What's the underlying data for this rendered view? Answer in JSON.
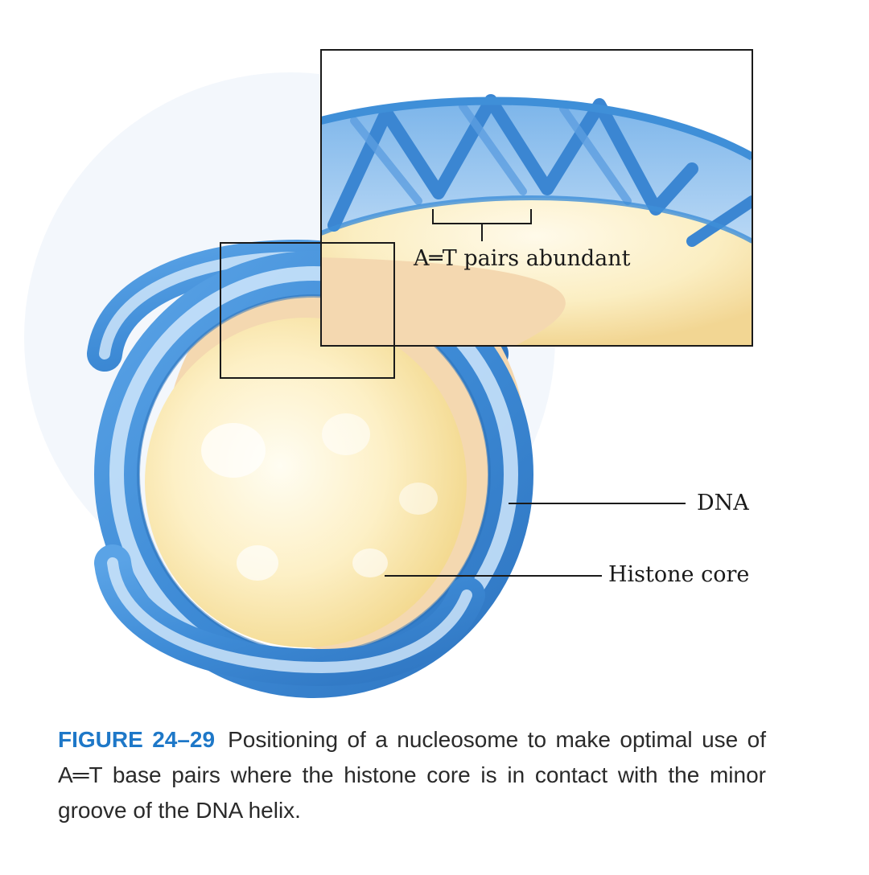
{
  "labels": {
    "at_pairs": "A═T pairs abundant",
    "dna": "DNA",
    "histone_core": "Histone core"
  },
  "caption": {
    "figure_number": "FIGURE 24–29",
    "text": "Positioning of a nucleosome to make optimal use of A═T base pairs where the histone core is in contact with the minor groove of the DNA helix."
  },
  "colors": {
    "dna_blue": "#3f8fd8",
    "dna_light": "#cfe6fb",
    "histone_yellow": "#fbe7a6",
    "figure_accent": "#1e78c8"
  }
}
